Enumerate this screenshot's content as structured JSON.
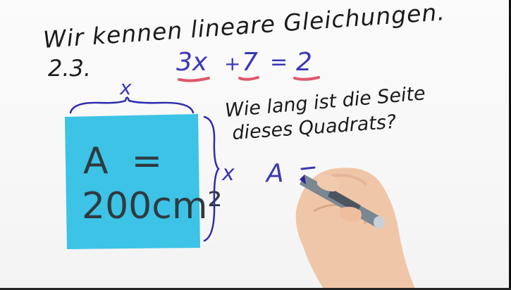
{
  "whiteboard": {
    "heading": "Wir kennen lineare Gleichungen.",
    "section_number": "2.3.",
    "equation": {
      "coef": "3x",
      "plus": "+",
      "constant": "7",
      "equals": "=",
      "result": "2"
    },
    "top_label": "x",
    "square": {
      "line1": "A  =",
      "line2": "200cm²"
    },
    "side_label": "x",
    "question_line1": "Wie lang ist die Seite",
    "question_line2": "dieses Quadrats?",
    "in_progress": "A",
    "colors": {
      "square_fill": "#3cc3e6",
      "blue_ink": "#3b37b8",
      "red_underline": "#e0566a",
      "black_ink": "#1b1b1b"
    }
  }
}
